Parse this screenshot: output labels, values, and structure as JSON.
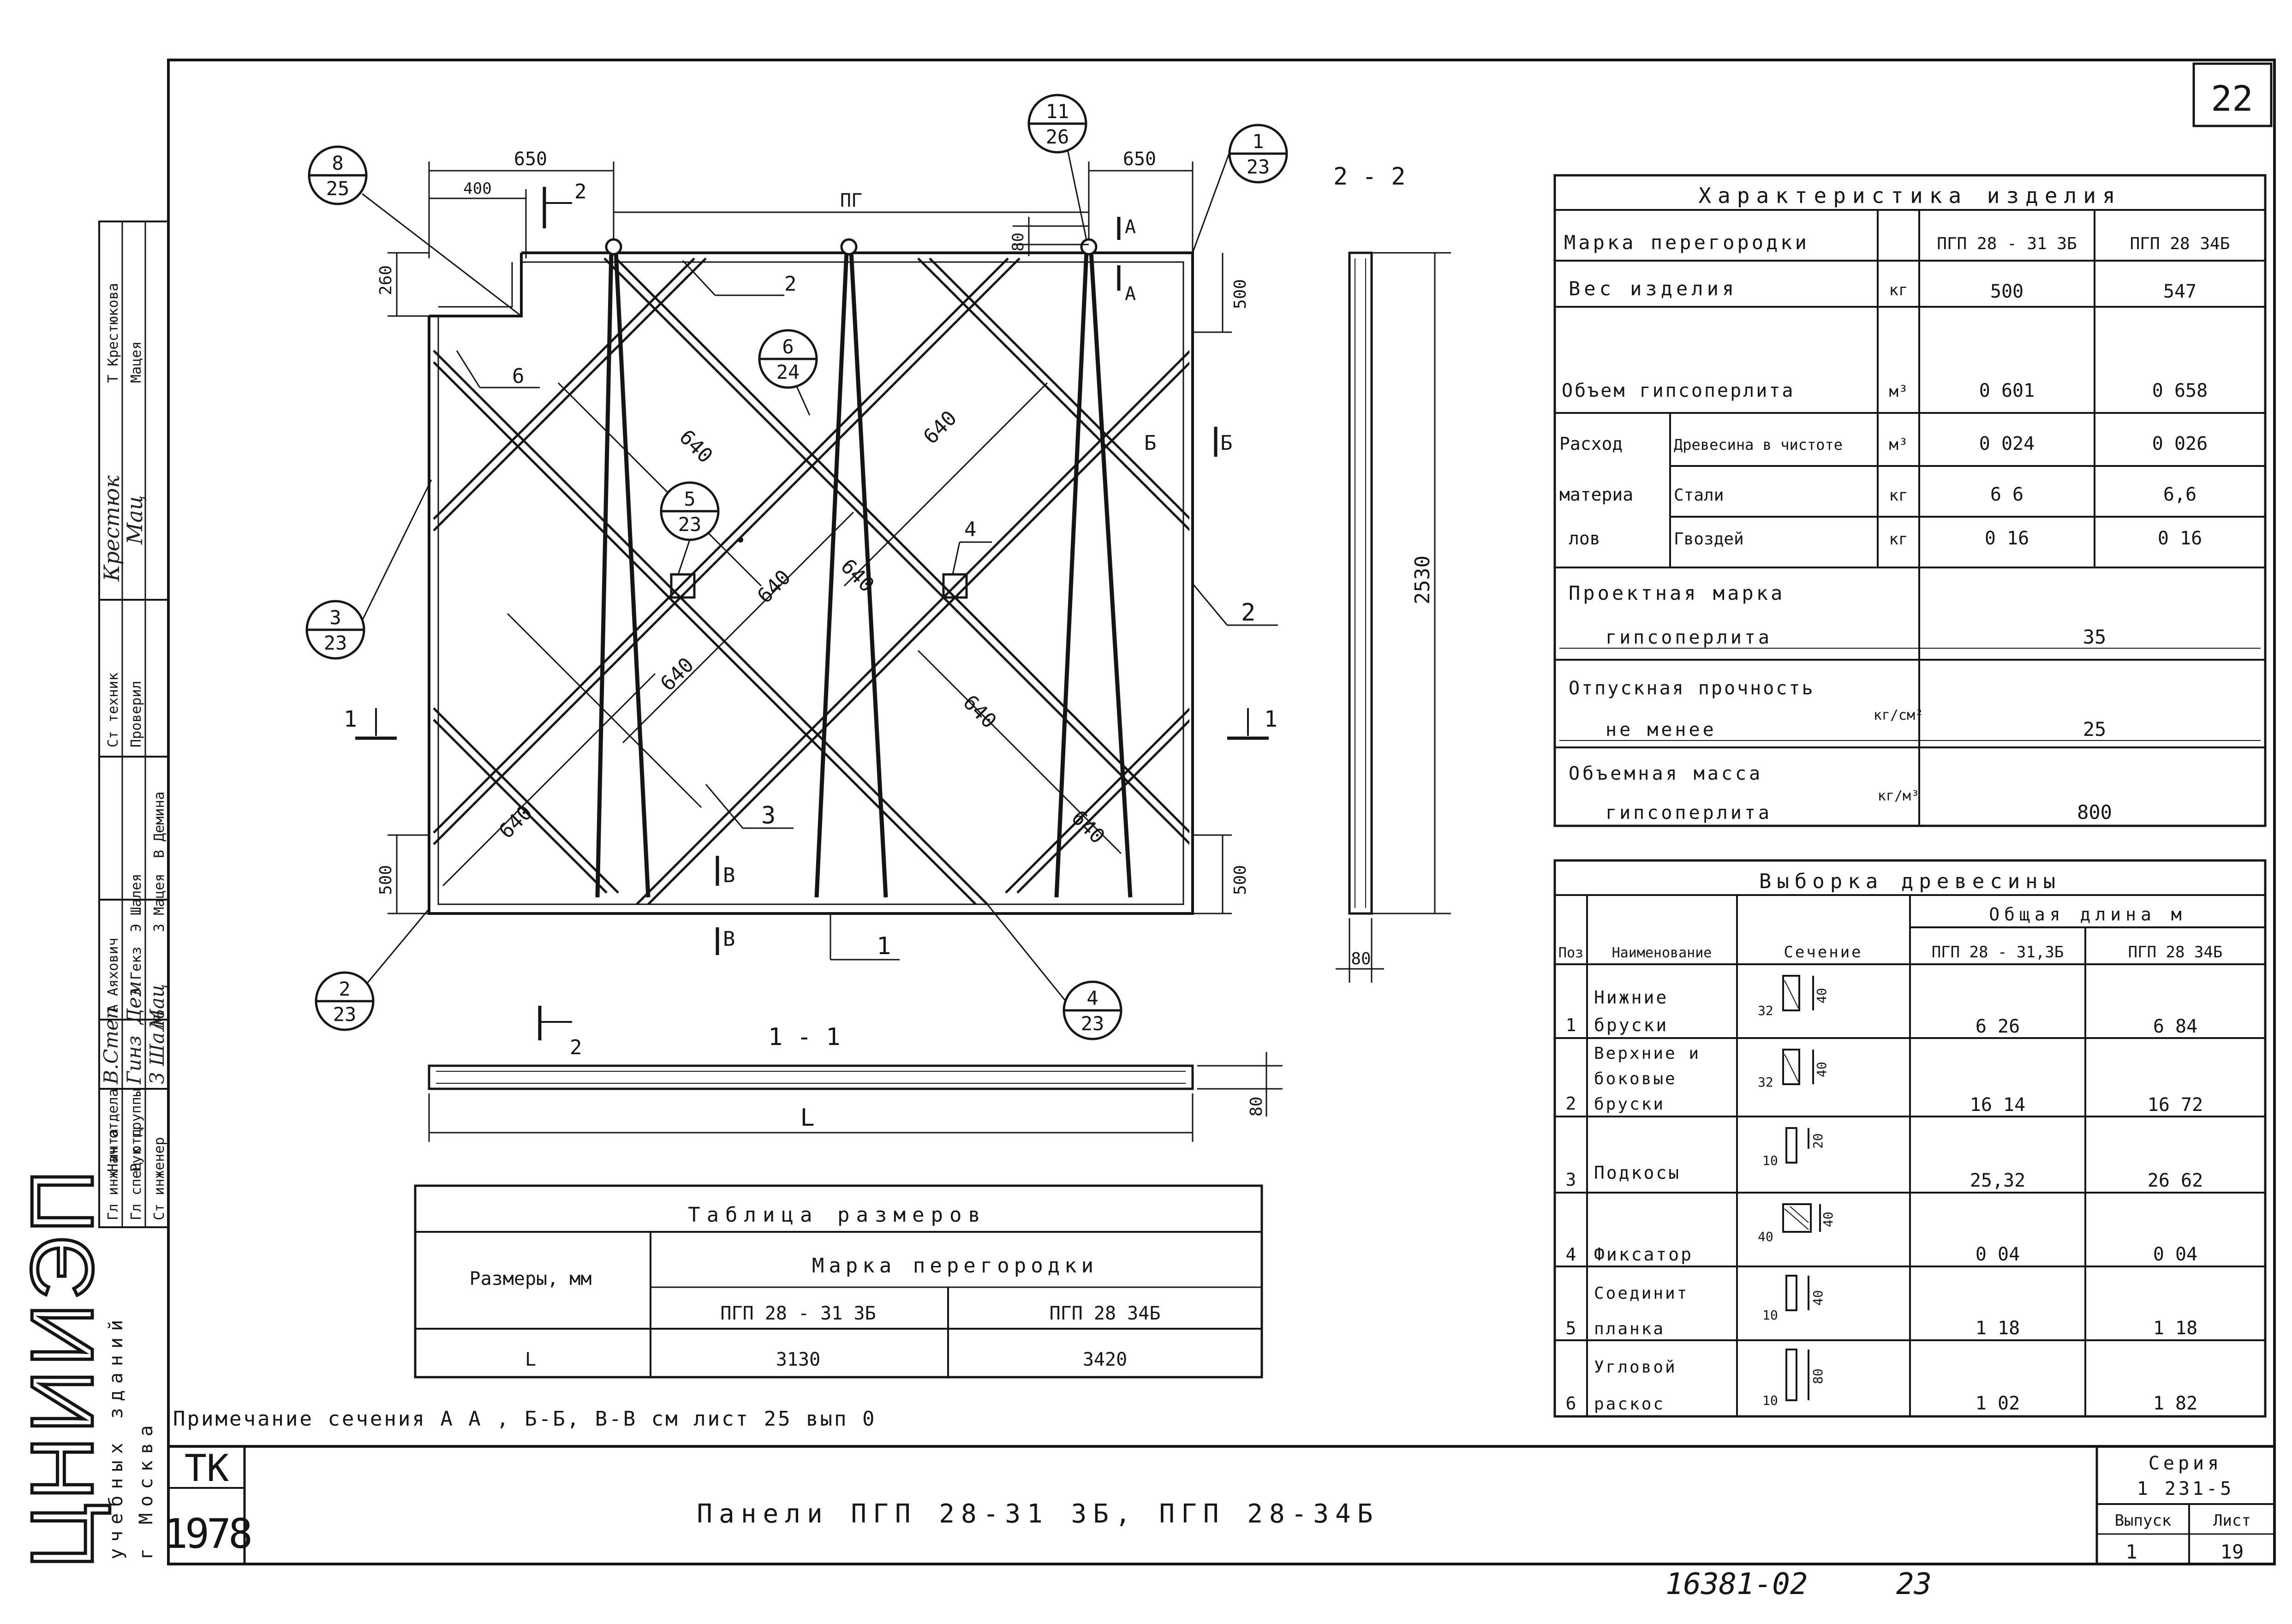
{
  "sheet": {
    "page_no": "22",
    "stamp_bottom": "16381-02",
    "stamp_bottom_2": "23",
    "title": "Панели  ПГП 28-31 3Б,  ПГП 28-34Б",
    "tk": "ТК",
    "year": "1978",
    "series_label": "Серия",
    "series_value": "1 231-5",
    "issue_label": "Выпуск",
    "issue_value": "1",
    "list_label": "Лист",
    "list_value": "19",
    "org_big": "ЦНИИЭП",
    "org_line1": "учебных зданий",
    "org_line2": "г Москва",
    "note": "Примечание  сечения  А А , Б-Б,  В-В  см  лист  25 вып 0"
  },
  "staff": [
    {
      "role": "Гл инж инта",
      "sign": "В.Степ"
    },
    {
      "role": "Нач отдела",
      "sign": "Гинз"
    },
    {
      "role": "Гл спец отд",
      "sign": "З Шаль"
    },
    {
      "role": "Рук группы",
      "sign": "Мац"
    },
    {
      "role": "Ст инженер",
      "sign": "Дем"
    }
  ],
  "staff_names": [
    "А Аяхович",
    "З Гекз",
    "Э Шалея",
    "З Мацея",
    "В Демина"
  ],
  "staff_top": [
    {
      "role": "Ст техник",
      "name": "Проверил"
    },
    {
      "role": "Т Крестюкова",
      "name": "Мацея"
    }
  ],
  "staff_top_signs": [
    "Крестюк",
    "Мац"
  ],
  "drawing": {
    "dims": {
      "top_left": "650",
      "top_left_inner": "400",
      "top_right": "650",
      "top_small": "80",
      "left_260": "260",
      "right_500_top": "500",
      "left_500_bottom": "500",
      "right_500_bottom": "500",
      "height_2530": "2530",
      "thickness_80": "80",
      "thickness_80_b": "80",
      "length_L": "L",
      "d640": "640"
    },
    "labels": {
      "pg": "ПГ",
      "sec_2_2": "2 - 2",
      "sec_1_1": "1 - 1",
      "cut_1": "1",
      "cut_2": "2",
      "cut_A": "А",
      "cut_B": "Б",
      "cut_V": "В",
      "pos_1": "1",
      "pos_2": "2",
      "pos_3": "3",
      "pos_4": "4",
      "pos_6": "6"
    },
    "callouts": [
      {
        "top": "8",
        "bottom": "25"
      },
      {
        "top": "11",
        "bottom": "26"
      },
      {
        "top": "1",
        "bottom": "23"
      },
      {
        "top": "6",
        "bottom": "24"
      },
      {
        "top": "5",
        "bottom": "23"
      },
      {
        "top": "3",
        "bottom": "23"
      },
      {
        "top": "2",
        "bottom": "23"
      },
      {
        "top": "4",
        "bottom": "23"
      }
    ]
  },
  "sizes_table": {
    "title": "Таблица размеров",
    "col_param": "Размеры, мм",
    "col_mark": "Марка перегородки",
    "marks": [
      "ПГП 28 - 31 3Б",
      "ПГП 28  34Б"
    ],
    "row_label": "L",
    "values": [
      "3130",
      "3420"
    ]
  },
  "char_table": {
    "title": "Характеристика изделия",
    "header": {
      "label": "Марка перегородки",
      "m1": "ПГП 28 - 31 3Б",
      "m2": "ПГП 28  34Б"
    },
    "rows": [
      {
        "label": "Вес изделия",
        "unit": "кг",
        "v1": "500",
        "v2": "547"
      },
      {
        "label": "Объем гипсоперлита",
        "unit": "м³",
        "v1": "0 601",
        "v2": "0 658"
      }
    ],
    "consumption": {
      "group": [
        "Расход",
        "материа",
        "лов"
      ],
      "items": [
        {
          "label": "Древесина в чистоте",
          "unit": "м³",
          "v1": "0 024",
          "v2": "0 026"
        },
        {
          "label": "Стали",
          "unit": "кг",
          "v1": "6 6",
          "v2": "6,6"
        },
        {
          "label": "Гвоздей",
          "unit": "кг",
          "v1": "0 16",
          "v2": "0 16"
        }
      ]
    },
    "merged_rows": [
      {
        "label1": "Проектная марка",
        "label2": "гипсоперлита",
        "unit": "",
        "value": "35"
      },
      {
        "label1": "Отпускная прочность",
        "label2": "не менее",
        "unit": "кг/см²",
        "value": "25"
      },
      {
        "label1": "Объемная масса",
        "label2": "гипсоперлита",
        "unit": "кг/м³",
        "value": "800"
      }
    ]
  },
  "wood_table": {
    "title": "Выборка древесины",
    "col_total": "Общая длина м",
    "col_pos": "Поз",
    "col_name": "Наименование",
    "col_section": "Сечение",
    "marks": [
      "ПГП 28 - 31,3Б",
      "ПГП 28  34Б"
    ],
    "rows": [
      {
        "pos": "1",
        "name": [
          "Нижние",
          "бруски"
        ],
        "sec_a": "32",
        "sec_b": "40",
        "v1": "6 26",
        "v2": "6 84"
      },
      {
        "pos": "2",
        "name": [
          "Верхние и",
          "боковые",
          "бруски"
        ],
        "sec_a": "32",
        "sec_b": "40",
        "v1": "16 14",
        "v2": "16 72"
      },
      {
        "pos": "3",
        "name": [
          "Подкосы"
        ],
        "sec_a": "10",
        "sec_b": "20",
        "v1": "25,32",
        "v2": "26 62"
      },
      {
        "pos": "4",
        "name": [
          "Фиксатор"
        ],
        "sec_a": "40",
        "sec_b": "40",
        "v1": "0 04",
        "v2": "0 04"
      },
      {
        "pos": "5",
        "name": [
          "Соединит",
          "планка"
        ],
        "sec_a": "10",
        "sec_b": "40",
        "v1": "1 18",
        "v2": "1 18"
      },
      {
        "pos": "6",
        "name": [
          "Угловой",
          "раскос"
        ],
        "sec_a": "10",
        "sec_b": "80",
        "v1": "1 02",
        "v2": "1 82"
      }
    ]
  }
}
